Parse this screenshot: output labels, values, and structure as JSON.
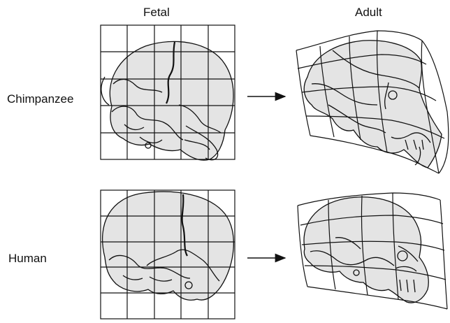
{
  "columns": {
    "fetal": "Fetal",
    "adult": "Adult"
  },
  "rows": {
    "chimpanzee": "Chimpanzee",
    "human": "Human"
  },
  "colors": {
    "skull_fill": "#e4e4e4",
    "line": "#111111",
    "background": "#ffffff"
  },
  "icons": {
    "transform": "arrow-right-icon"
  }
}
